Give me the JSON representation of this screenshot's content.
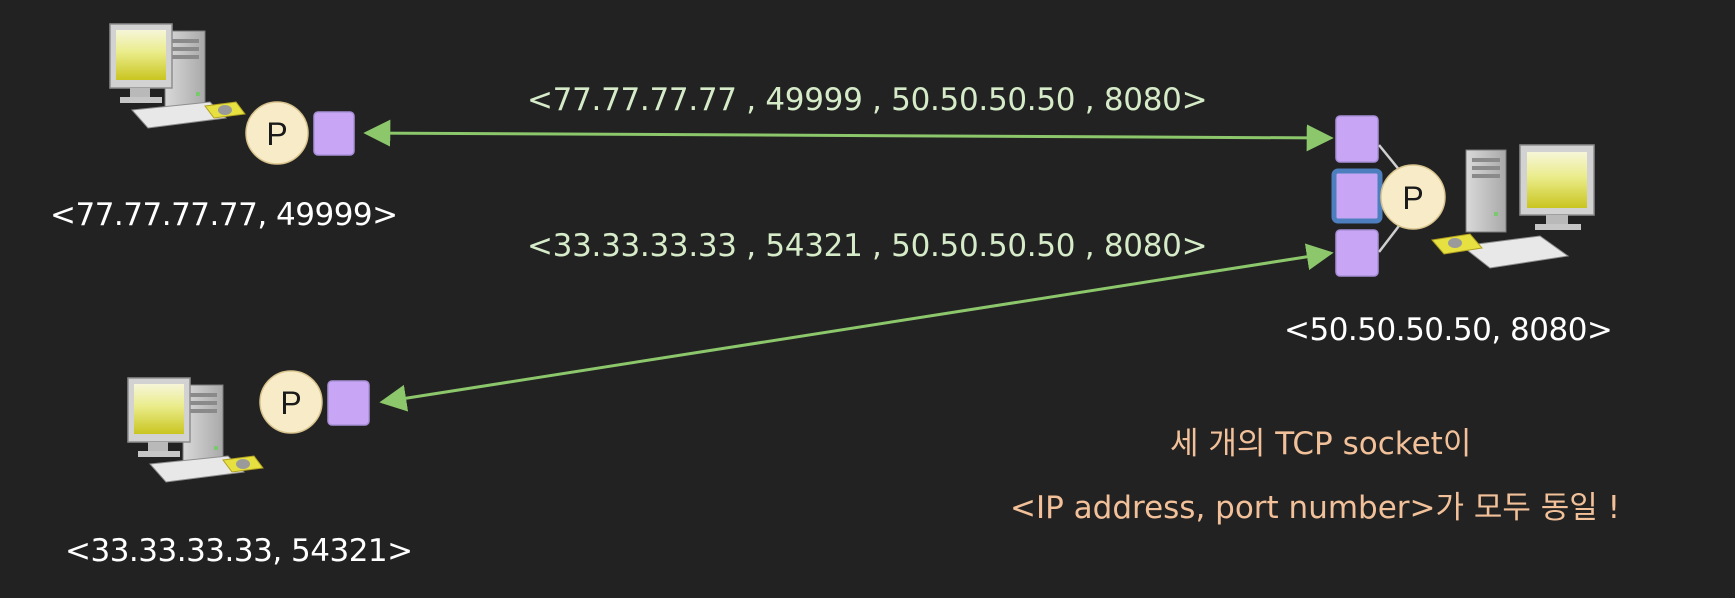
{
  "colors": {
    "background": "#222222",
    "connection_line": "#8cc76b",
    "socket": "#c8a6f5",
    "socket_border": "#a88fd8",
    "selected_socket_border": "#4d7fbf",
    "process": "#f8ecc8",
    "address_text": "#ffffff",
    "tuple_text": "#d6ecc9",
    "note_text": "#f2c19a",
    "screen_yellow": "#e6e84a"
  },
  "hosts": {
    "client1": {
      "address": "<77.77.77.77, 49999>",
      "process_label": "P",
      "icon": "desktop-computer-icon"
    },
    "client2": {
      "address": "<33.33.33.33, 54321>",
      "process_label": "P",
      "icon": "desktop-computer-icon"
    },
    "server": {
      "address": "<50.50.50.50, 8080>",
      "process_label": "P",
      "icon": "desktop-computer-icon"
    }
  },
  "connections": [
    {
      "tuple": "<77.77.77.77 , 49999 , 50.50.50.50 , 8080>"
    },
    {
      "tuple": "<33.33.33.33 , 54321 , 50.50.50.50 , 8080>"
    }
  ],
  "note": {
    "line1": "세 개의 TCP socket이",
    "line2": "<IP address, port number>가 모두 동일 !"
  }
}
